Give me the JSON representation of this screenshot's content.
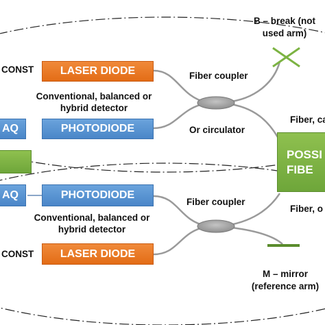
{
  "top": {
    "const_label": "CONST",
    "laser_label": "LASER DIODE",
    "photodiode_label": "PHOTODIODE",
    "daq_label": "AQ",
    "detector_line1": "Conventional, balanced or",
    "detector_line2": "hybrid detector",
    "coupler_label": "Fiber coupler",
    "circulator_label": "Or circulator",
    "break_line1": "B – break (not",
    "break_line2": "used arm)",
    "fiber_label": "Fiber, ca"
  },
  "bottom": {
    "const_label": "CONST",
    "laser_label": "LASER DIODE",
    "photodiode_label": "PHOTODIODE",
    "daq_label": "AQ",
    "detector_line1": "Conventional, balanced or",
    "detector_line2": "hybrid detector",
    "coupler_label": "Fiber coupler",
    "mirror_line1": "M – mirror",
    "mirror_line2": "(reference arm)",
    "fiber_label": "Fiber, o"
  },
  "center_box": {
    "line1": "POSSI",
    "line2": "FIBE"
  },
  "colors": {
    "laser": "#e8731e",
    "photodiode": "#5592d2",
    "possible_fiber": "#7cb342",
    "coupler": "#9e9e9e",
    "break_mark": "#7cb342",
    "mirror": "#5a8c2c",
    "dashed_ellipse": "#222222"
  }
}
